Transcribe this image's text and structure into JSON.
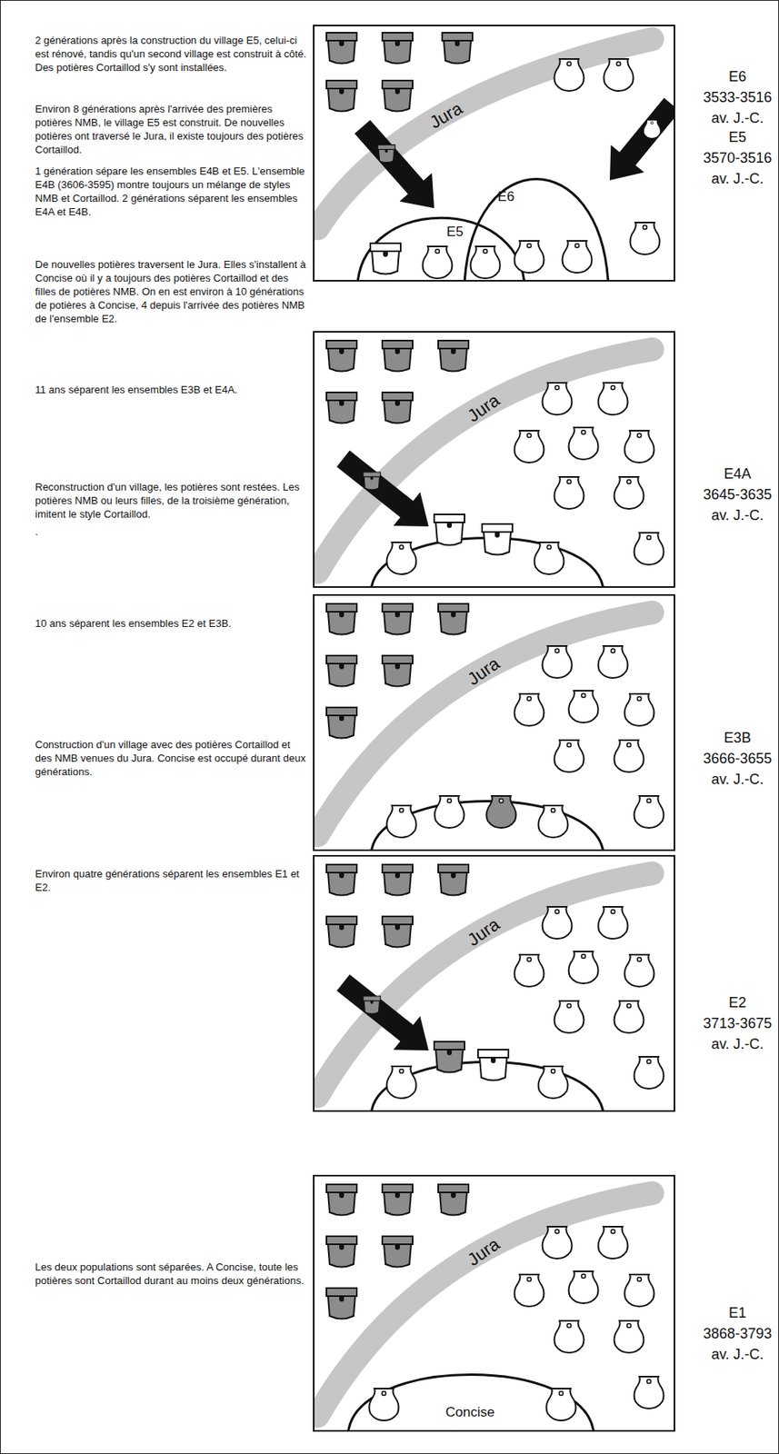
{
  "diagram": {
    "nodes": [
      {
        "text": [
          "Jura",
          "E5",
          "E6"
        ]
      },
      {
        "text": [
          "Jura"
        ]
      },
      {
        "text": [
          "Jura"
        ]
      },
      {
        "text": [
          "Jura"
        ]
      },
      {
        "text": [
          "Jura",
          "Concise"
        ]
      }
    ],
    "labels": [
      "2 générations après la construction du village E5, celui-ci est rénové, tandis qu'un second village est construit à côté. Des potières Cortaillod s'y sont installées.",
      "E6",
      "3533-3516",
      "av. J.-C.",
      "Environ 8 générations après l'arrivée des premières potières NMB, le village E5 est construit. De nouvelles potières ont traversé le Jura, il existe toujours des potières Cortaillod.",
      "E5",
      "3570-3516",
      "av. J.-C.",
      "1 génération sépare les ensembles E4B et E5. L'ensemble E4B (3606-3595) montre toujours un mélange de styles NMB et Cortaillod. 2 générations séparent les ensembles E4A et E4B.",
      "De nouvelles potières traversent le Jura. Elles s'installent à Concise où il y a toujours des potières Cortaillod et des filles de potières NMB. On en est environ à 10 générations de potières à Concise, 4 depuis l'arrivée des potières NMB de l'ensemble E2.",
      "E4A",
      "3645-3635",
      "av. J.-C.",
      "11 ans séparent les ensembles E3B et E4A.",
      "Reconstruction d'un village, les potières sont restées. Les potières NMB ou leurs filles, de la troisième génération, imitent le style Cortaillod.",
      ".",
      "E3B",
      "3666-3655",
      "av. J.-C.",
      "10 ans séparent les ensembles E2 et E3B.",
      "Construction d'un village avec des potières Cortaillod et des NMB venues du Jura. Concise est occupé durant deux générations.",
      "E2",
      "3713-3675",
      "av. J.-C.",
      "Environ quatre générations séparent les ensembles E1 et E2.",
      "Les deux populations sont séparées. A Concise, toute les potières sont Cortaillod durant au moins deux générations.",
      "E1",
      "3868-3793",
      "av. J.-C."
    ]
  }
}
